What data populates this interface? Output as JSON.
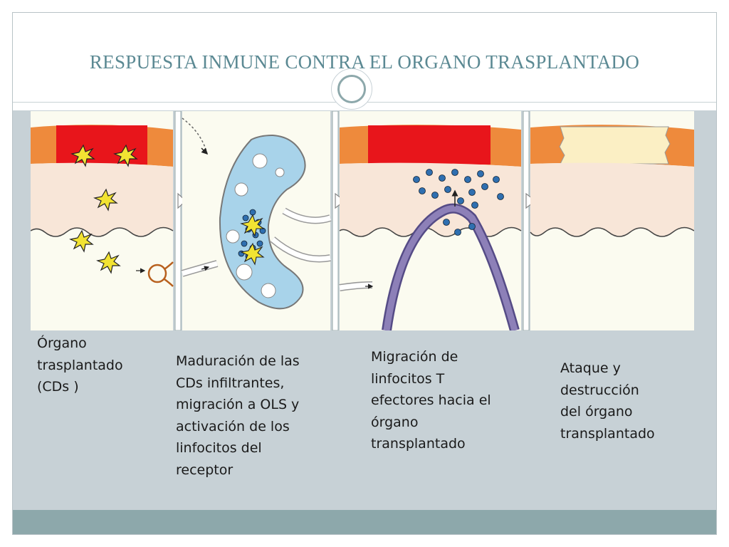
{
  "slide": {
    "title": "RESPUESTA INMUNE CONTRA EL ORGANO TRASPLANTADO"
  },
  "captions": [
    {
      "lines": [
        "Órgano",
        "trasplantado",
        "(CDs )"
      ]
    },
    {
      "lines": [
        "Maduración de las",
        "CDs infiltrantes,",
        "migración a OLS  y",
        "activación de los",
        "linfocitos del",
        "receptor"
      ]
    },
    {
      "lines": [
        "Migración de",
        "linfocitos T",
        "efectores hacia el",
        "órgano",
        "transplantado"
      ]
    },
    {
      "lines": [
        "Ataque y",
        "destrucción",
        "del órgano",
        "transplantado"
      ]
    }
  ],
  "diagram": {
    "icons": [
      "dendritic-cell-icon",
      "lymph-node-icon",
      "t-lymphocyte-icon",
      "arrow-right-icon"
    ],
    "colors": {
      "graft": "#e8151b",
      "vessel_wall": "#ee8a3c",
      "tissue": "#f8e6d8",
      "lymph_node": "#a8d3ea",
      "lymphocyte": "#2f6fb0",
      "dendritic_cell": "#f2e332",
      "vessel": "#8d80b8",
      "destroyed_graft": "#fbefc4"
    }
  }
}
